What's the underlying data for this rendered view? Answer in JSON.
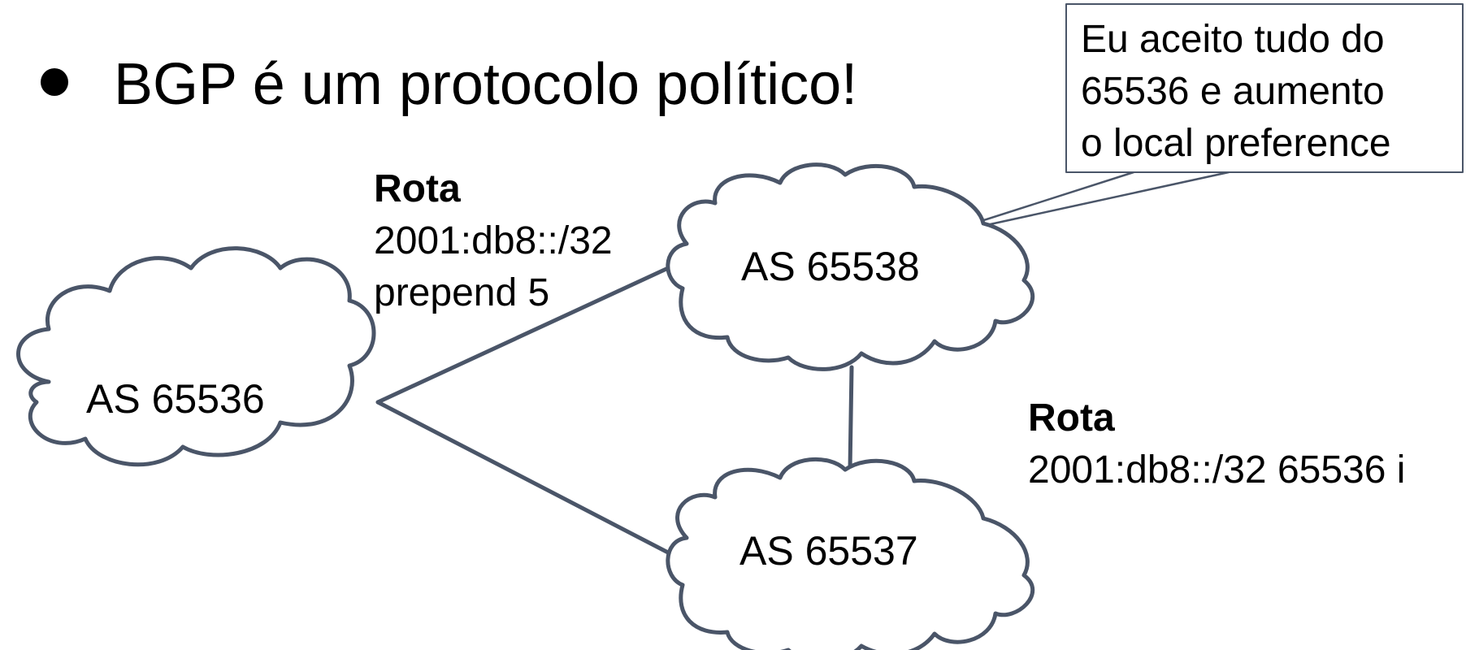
{
  "heading": {
    "bullet_text": "BGP é um protocolo político!"
  },
  "nodes": [
    {
      "id": "as65536",
      "label": "AS 65536"
    },
    {
      "id": "as65538",
      "label": "AS 65538"
    },
    {
      "id": "as65537",
      "label": "AS 65537"
    }
  ],
  "links": [
    {
      "from": "as65536",
      "to": "as65538"
    },
    {
      "from": "as65536",
      "to": "as65537"
    },
    {
      "from": "as65538",
      "to": "as65537"
    }
  ],
  "route_labels": {
    "top": {
      "title": "Rota",
      "line1": "2001:db8::/32",
      "line2": "prepend 5"
    },
    "right": {
      "title": "Rota",
      "line1": "2001:db8::/32 65536 i"
    }
  },
  "callout": {
    "line1": "Eu aceito tudo do",
    "line2": "65536 e aumento",
    "line3": "o local preference"
  },
  "colors": {
    "stroke": "#4a5568",
    "text": "#000000",
    "background": "#ffffff"
  }
}
